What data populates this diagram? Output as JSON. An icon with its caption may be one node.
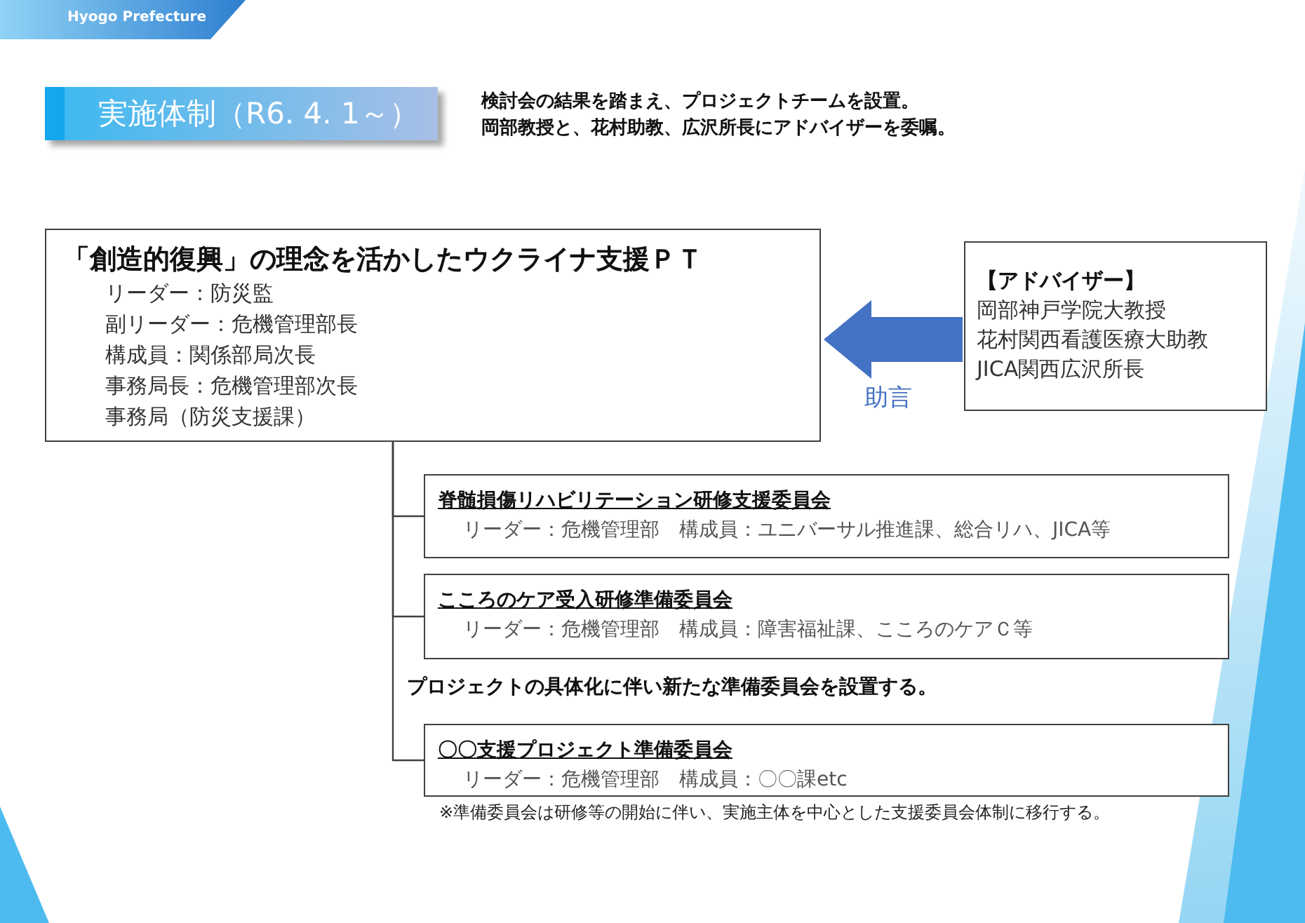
{
  "diagram": {
    "title": "実施体制（R6. 4. 1～）",
    "nodes": [
      {
        "text": [
          "「創造的復興」の理念を活かしたウクライナ支援ＰＴ",
          "リーダー：防災監",
          "副リーダー：危機管理部長",
          "構成員：関係部局次長",
          "事務局長：危機管理部次長",
          "事務局（防災支援課）"
        ]
      },
      {
        "text": [
          "【アドバイザー】",
          "岡部神戸学院大教授",
          "花村関西看護医療大助教",
          "JICA関西広沢所長"
        ]
      },
      {
        "text": [
          "脊髄損傷リハビリテーション研修支援委員会",
          "リーダー：危機管理部　構成員：ユニバーサル推進課、総合リハ、JICA等"
        ]
      },
      {
        "text": [
          "こころのケア受入研修準備委員会",
          "リーダー：危機管理部　構成員：障害福祉課、こころのケアＣ等"
        ]
      },
      {
        "text": [
          "〇〇支援プロジェクト準備委員会",
          "リーダー：危機管理部　構成員：〇〇課etc"
        ]
      }
    ],
    "edges": [
      {
        "from": 1,
        "to": 0,
        "arrow": "to",
        "label": "助言",
        "style": "thick",
        "color": "#4472c4"
      },
      {
        "from": 0,
        "to": 2,
        "arrow": "none"
      },
      {
        "from": 0,
        "to": 3,
        "arrow": "none"
      },
      {
        "from": 0,
        "to": 4,
        "arrow": "none"
      }
    ],
    "labels": [
      "Hyogo Prefecture",
      "検討会の結果を踏まえ、プロジェクトチームを設置。",
      "岡部教授と、花村助教、広沢所長にアドバイザーを委嘱。",
      "プロジェクトの具体化に伴い新たな準備委員会を設置する。",
      "※準備委員会は研修等の開始に伴い、実施主体を中心とした支援委員会体制に移行する。"
    ]
  }
}
